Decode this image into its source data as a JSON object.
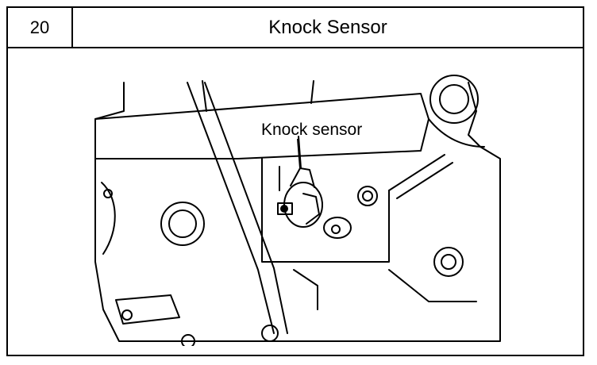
{
  "section": {
    "number": "20",
    "title": "Knock Sensor"
  },
  "illustration": {
    "callout_label": "Knock sensor"
  }
}
